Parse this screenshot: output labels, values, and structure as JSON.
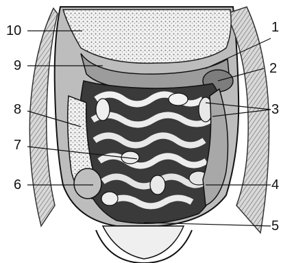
{
  "labels": {
    "l1": "1",
    "l2": "2",
    "l3": "3",
    "l4": "4",
    "l5": "5",
    "l6": "6",
    "l7": "7",
    "l8": "8",
    "l9": "9",
    "l10": "10"
  },
  "colors": {
    "ink": "#111111",
    "paper": "#ffffff",
    "shade": "#8a8a8a",
    "dark": "#2a2a2a"
  }
}
